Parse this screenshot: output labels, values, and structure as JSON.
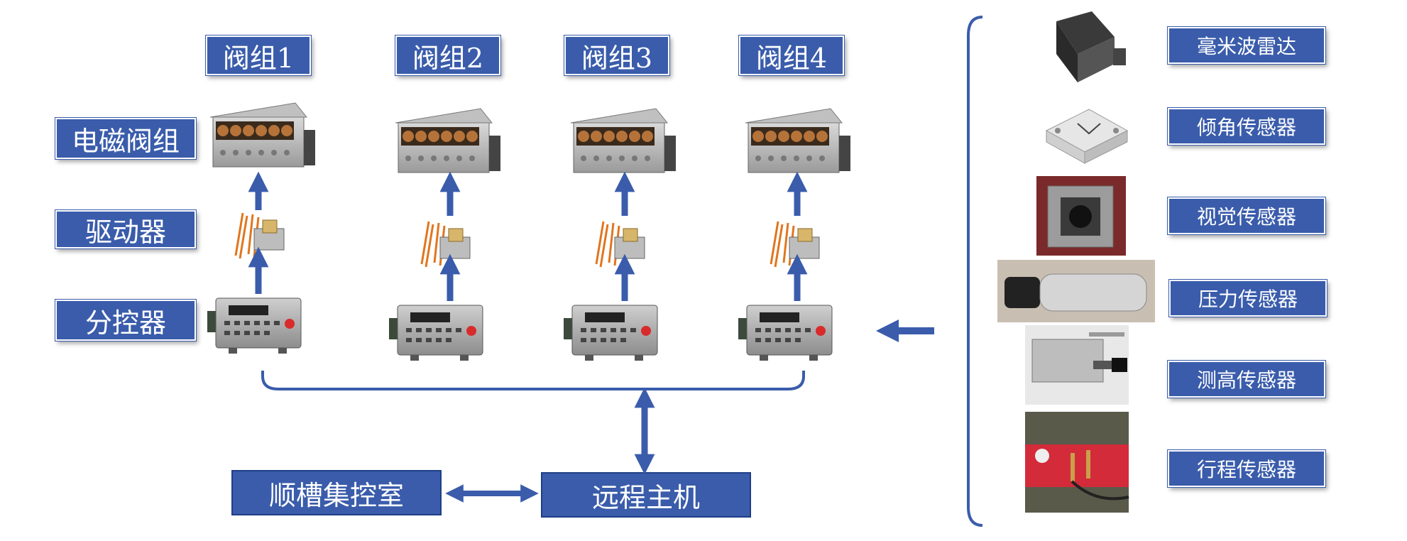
{
  "columns": {
    "valve_group_1": "阀组1",
    "valve_group_2": "阀组2",
    "valve_group_3": "阀组3",
    "valve_group_4": "阀组4"
  },
  "rows": {
    "solenoid_valve_group": "电磁阀组",
    "driver": "驱动器",
    "sub_controller": "分控器"
  },
  "bottom": {
    "control_room": "顺槽集控室",
    "remote_host": "远程主机"
  },
  "sensors": [
    {
      "label": "毫米波雷达",
      "icon": "radar-icon"
    },
    {
      "label": "倾角传感器",
      "icon": "tilt-sensor-icon"
    },
    {
      "label": "视觉传感器",
      "icon": "camera-icon"
    },
    {
      "label": "压力传感器",
      "icon": "pressure-sensor-icon"
    },
    {
      "label": "测高传感器",
      "icon": "height-sensor-icon"
    },
    {
      "label": "行程传感器",
      "icon": "stroke-sensor-icon"
    }
  ],
  "colors": {
    "accent_blue": "#3a5cab",
    "arrow_blue": "#3a5cab"
  }
}
